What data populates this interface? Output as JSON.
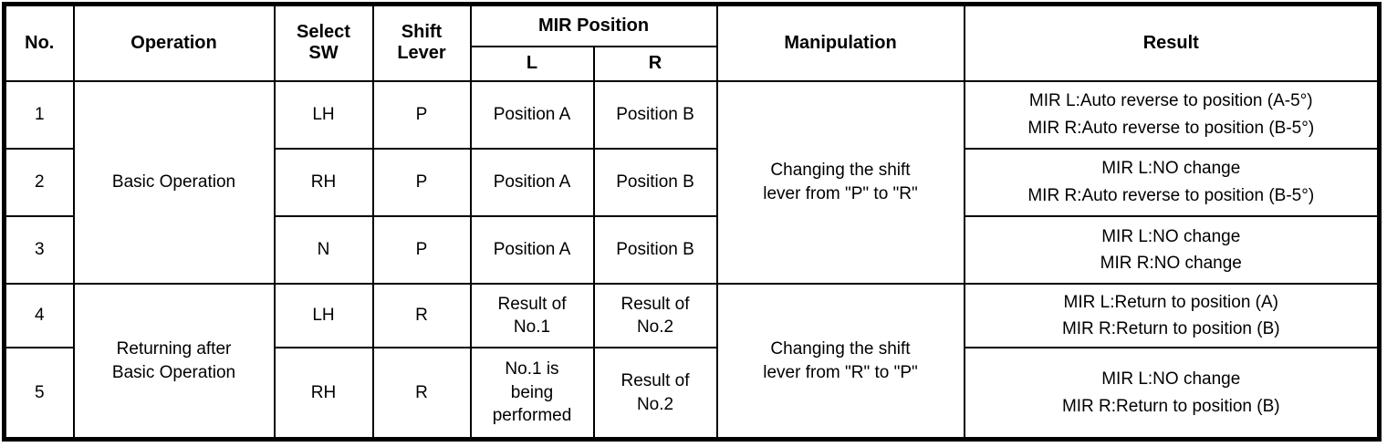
{
  "table": {
    "header": {
      "no": "No.",
      "operation": "Operation",
      "select_sw": "Select\nSW",
      "shift_lever": "Shift\nLever",
      "mir_position": "MIR Position",
      "mir_l": "L",
      "mir_r": "R",
      "manipulation": "Manipulation",
      "result": "Result"
    },
    "groups": {
      "operation_basic": "Basic Operation",
      "operation_returning": "Returning after\nBasic Operation",
      "manipulation_p_to_r": "Changing the shift\nlever from \"P\" to \"R\"",
      "manipulation_r_to_p": "Changing the shift\nlever from \"R\" to \"P\""
    },
    "rows": [
      {
        "no": "1",
        "select_sw": "LH",
        "shift_lever": "P",
        "mir_l": "Position A",
        "mir_r": "Position B",
        "result": "MIR L:Auto reverse to position (A-5°)\nMIR R:Auto reverse to position (B-5°)"
      },
      {
        "no": "2",
        "select_sw": "RH",
        "shift_lever": "P",
        "mir_l": "Position A",
        "mir_r": "Position B",
        "result": "MIR L:NO change\nMIR R:Auto reverse to position (B-5°)"
      },
      {
        "no": "3",
        "select_sw": "N",
        "shift_lever": "P",
        "mir_l": "Position A",
        "mir_r": "Position B",
        "result": "MIR L:NO change\nMIR R:NO change"
      },
      {
        "no": "4",
        "select_sw": "LH",
        "shift_lever": "R",
        "mir_l": "Result of\nNo.1",
        "mir_r": "Result of\nNo.2",
        "result": "MIR L:Return to position (A)\nMIR R:Return to position (B)"
      },
      {
        "no": "5",
        "select_sw": "RH",
        "shift_lever": "R",
        "mir_l": "No.1 is\nbeing\nperformed",
        "mir_r": "Result of\nNo.2",
        "result": "MIR L:NO change\nMIR R:Return to position (B)"
      }
    ],
    "colors": {
      "border": "#000000",
      "background": "#ffffff",
      "text": "#000000"
    }
  }
}
